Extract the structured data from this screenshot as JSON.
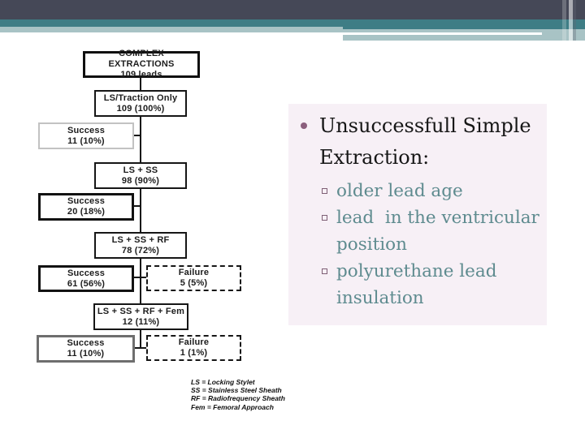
{
  "flowchart": {
    "nodes": [
      {
        "id": "complex-extractions",
        "line1": "COMPLEX EXTRACTIONS",
        "line2": "109 leads"
      },
      {
        "id": "ls-traction-only",
        "line1": "LS/Traction Only",
        "line2": "109 (100%)"
      },
      {
        "id": "success-traction",
        "line1": "Success",
        "line2": "11 (10%)"
      },
      {
        "id": "ls-ss",
        "line1": "LS + SS",
        "line2": "98 (90%)"
      },
      {
        "id": "success-ls-ss",
        "line1": "Success",
        "line2": "20 (18%)"
      },
      {
        "id": "ls-ss-rf",
        "line1": "LS + SS + RF",
        "line2": "78 (72%)"
      },
      {
        "id": "success-ls-ss-rf",
        "line1": "Success",
        "line2": "61 (56%)"
      },
      {
        "id": "failure-ls-ss-rf",
        "line1": "Failure",
        "line2": "5 (5%)"
      },
      {
        "id": "ls-ss-rf-fem",
        "line1": "LS + SS + RF + Fem",
        "line2": "12 (11%)"
      },
      {
        "id": "success-fem",
        "line1": "Success",
        "line2": "11 (10%)"
      },
      {
        "id": "failure-fem",
        "line1": "Failure",
        "line2": "1 (1%)"
      }
    ],
    "legend": [
      "LS = Locking Stylet",
      "SS = Stainless Steel Sheath",
      "RF = Radiofrequency Sheath",
      "Fem = Femoral Approach"
    ]
  },
  "notes": {
    "heading": "Unsuccessfull Simple Extraction:",
    "items": [
      "older lead age",
      "lead  in the ventricular position",
      "polyurethane lead insulation"
    ]
  },
  "colors": {
    "banner_dark": "#454857",
    "banner_teal": "#3e7d85",
    "banner_light_teal": "#a8c3c5",
    "notes_background": "#f7f0f6",
    "bullet_accent": "#8b5e7d",
    "sub_text": "#5e8b8f"
  }
}
